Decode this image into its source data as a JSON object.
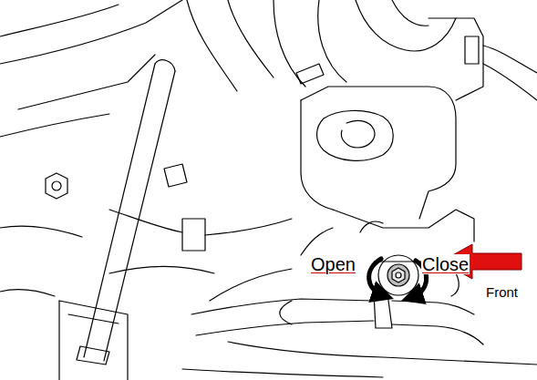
{
  "diagram": {
    "labels": [
      "Open",
      "Close",
      "Front"
    ]
  }
}
